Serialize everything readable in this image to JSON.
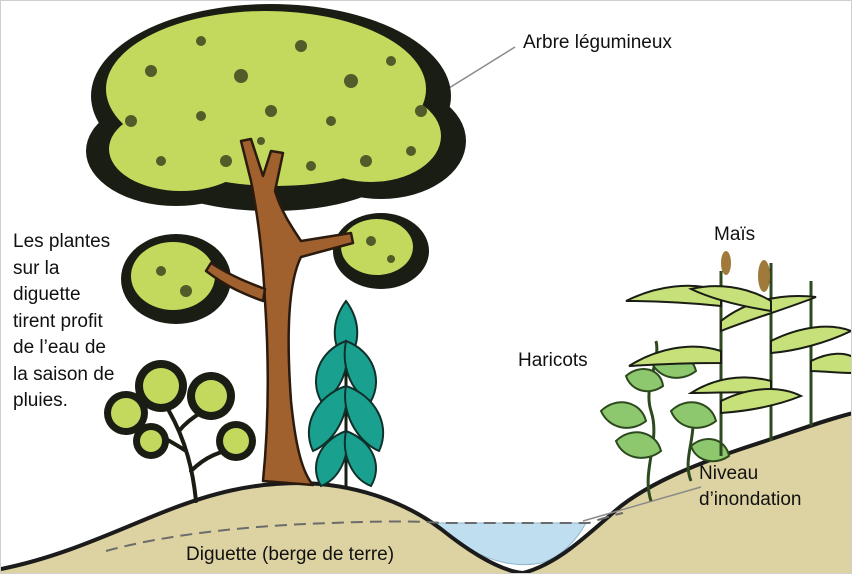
{
  "labels": {
    "tree": "Arbre légumineux",
    "maize": "Maïs",
    "beans": "Haricots",
    "flood_line1": "Niveau",
    "flood_line2": "d’inondation",
    "bank": "Diguette (berge de terre)",
    "plants_lines": [
      "Les plantes",
      "sur la",
      "diguette",
      "tirent profit",
      "de l’eau de",
      "la saison de",
      "pluies."
    ]
  },
  "colors": {
    "soil": "#ddd3a2",
    "water": "#bfdff0",
    "trunk": "#a0612f",
    "foliage_light": "#c3d95d",
    "foliage_dark": "#1a1d14",
    "leaf_teal": "#1aa08f",
    "maize_leaf": "#c6e07a",
    "bean_leaf": "#8dc86f"
  }
}
